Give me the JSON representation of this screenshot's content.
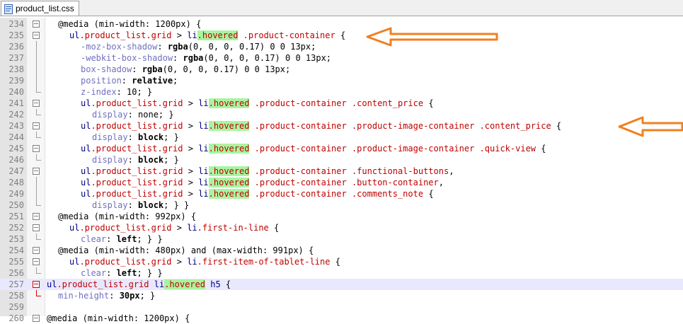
{
  "tab": {
    "label": "product_list.css",
    "icon": "css-file-icon"
  },
  "colors": {
    "class": "#c00000",
    "tag": "#000080",
    "property": "#7070c0",
    "hover_highlight": "#a9f4a0",
    "arrow": "#f08020"
  },
  "lines": [
    {
      "n": "234",
      "indent": 1,
      "fold": "box",
      "tokens": [
        [
          "at",
          "@media (min-width: 1200px) {"
        ]
      ]
    },
    {
      "n": "235",
      "indent": 2,
      "fold": "box",
      "tokens": [
        [
          "tag",
          "ul"
        ],
        [
          "cls",
          ".product_list.grid"
        ],
        [
          "plain",
          " > "
        ],
        [
          "tag",
          "li"
        ],
        [
          "hov",
          ".hovered"
        ],
        [
          "plain",
          " "
        ],
        [
          "cls",
          ".product-container"
        ],
        [
          "plain",
          " {"
        ]
      ]
    },
    {
      "n": "236",
      "indent": 3,
      "fold": "guide",
      "tokens": [
        [
          "prop",
          "-moz-box-shadow"
        ],
        [
          "plain",
          ": "
        ],
        [
          "val",
          "rgba"
        ],
        [
          "plain",
          "(0, 0, 0, 0.17) 0 0 13px;"
        ]
      ]
    },
    {
      "n": "237",
      "indent": 3,
      "fold": "guide",
      "tokens": [
        [
          "prop",
          "-webkit-box-shadow"
        ],
        [
          "plain",
          ": "
        ],
        [
          "val",
          "rgba"
        ],
        [
          "plain",
          "(0, 0, 0, 0.17) 0 0 13px;"
        ]
      ]
    },
    {
      "n": "238",
      "indent": 3,
      "fold": "guide",
      "tokens": [
        [
          "prop",
          "box-shadow"
        ],
        [
          "plain",
          ": "
        ],
        [
          "val",
          "rgba"
        ],
        [
          "plain",
          "(0, 0, 0, 0.17) 0 0 13px;"
        ]
      ]
    },
    {
      "n": "239",
      "indent": 3,
      "fold": "guide",
      "tokens": [
        [
          "prop",
          "position"
        ],
        [
          "plain",
          ": "
        ],
        [
          "val",
          "relative"
        ],
        [
          "plain",
          ";"
        ]
      ]
    },
    {
      "n": "240",
      "indent": 3,
      "fold": "end",
      "tokens": [
        [
          "prop",
          "z-index"
        ],
        [
          "plain",
          ": 10; }"
        ]
      ]
    },
    {
      "n": "241",
      "indent": 3,
      "fold": "box",
      "tokens": [
        [
          "tag",
          "ul"
        ],
        [
          "cls",
          ".product_list.grid"
        ],
        [
          "plain",
          " > "
        ],
        [
          "tag",
          "li"
        ],
        [
          "hov",
          ".hovered"
        ],
        [
          "plain",
          " "
        ],
        [
          "cls",
          ".product-container .content_price"
        ],
        [
          "plain",
          " {"
        ]
      ]
    },
    {
      "n": "242",
      "indent": 4,
      "fold": "end",
      "tokens": [
        [
          "prop",
          "display"
        ],
        [
          "plain",
          ": none; }"
        ]
      ]
    },
    {
      "n": "243",
      "indent": 3,
      "fold": "box",
      "tokens": [
        [
          "tag",
          "ul"
        ],
        [
          "cls",
          ".product_list.grid"
        ],
        [
          "plain",
          " > "
        ],
        [
          "tag",
          "li"
        ],
        [
          "hov",
          ".hovered"
        ],
        [
          "plain",
          " "
        ],
        [
          "cls",
          ".product-container .product-image-container .content_price"
        ],
        [
          "plain",
          " {"
        ]
      ]
    },
    {
      "n": "244",
      "indent": 4,
      "fold": "end",
      "tokens": [
        [
          "prop",
          "display"
        ],
        [
          "plain",
          ": "
        ],
        [
          "val",
          "block"
        ],
        [
          "plain",
          "; }"
        ]
      ]
    },
    {
      "n": "245",
      "indent": 3,
      "fold": "box",
      "tokens": [
        [
          "tag",
          "ul"
        ],
        [
          "cls",
          ".product_list.grid"
        ],
        [
          "plain",
          " > "
        ],
        [
          "tag",
          "li"
        ],
        [
          "hov",
          ".hovered"
        ],
        [
          "plain",
          " "
        ],
        [
          "cls",
          ".product-container .product-image-container .quick-view"
        ],
        [
          "plain",
          " {"
        ]
      ]
    },
    {
      "n": "246",
      "indent": 4,
      "fold": "end",
      "tokens": [
        [
          "prop",
          "display"
        ],
        [
          "plain",
          ": "
        ],
        [
          "val",
          "block"
        ],
        [
          "plain",
          "; }"
        ]
      ]
    },
    {
      "n": "247",
      "indent": 3,
      "fold": "box",
      "tokens": [
        [
          "tag",
          "ul"
        ],
        [
          "cls",
          ".product_list.grid"
        ],
        [
          "plain",
          " > "
        ],
        [
          "tag",
          "li"
        ],
        [
          "hov",
          ".hovered"
        ],
        [
          "plain",
          " "
        ],
        [
          "cls",
          ".product-container .functional-buttons"
        ],
        [
          "plain",
          ","
        ]
      ]
    },
    {
      "n": "248",
      "indent": 3,
      "fold": "guide",
      "tokens": [
        [
          "tag",
          "ul"
        ],
        [
          "cls",
          ".product_list.grid"
        ],
        [
          "plain",
          " > "
        ],
        [
          "tag",
          "li"
        ],
        [
          "hov",
          ".hovered"
        ],
        [
          "plain",
          " "
        ],
        [
          "cls",
          ".product-container .button-container"
        ],
        [
          "plain",
          ","
        ]
      ]
    },
    {
      "n": "249",
      "indent": 3,
      "fold": "guide",
      "tokens": [
        [
          "tag",
          "ul"
        ],
        [
          "cls",
          ".product_list.grid"
        ],
        [
          "plain",
          " > "
        ],
        [
          "tag",
          "li"
        ],
        [
          "hov",
          ".hovered"
        ],
        [
          "plain",
          " "
        ],
        [
          "cls",
          ".product-container .comments_note"
        ],
        [
          "plain",
          " {"
        ]
      ]
    },
    {
      "n": "250",
      "indent": 4,
      "fold": "end",
      "tokens": [
        [
          "prop",
          "display"
        ],
        [
          "plain",
          ": "
        ],
        [
          "val",
          "block"
        ],
        [
          "plain",
          "; } }"
        ]
      ]
    },
    {
      "n": "251",
      "indent": 1,
      "fold": "box",
      "tokens": [
        [
          "at",
          "@media (min-width: 992px) {"
        ]
      ]
    },
    {
      "n": "252",
      "indent": 2,
      "fold": "box",
      "tokens": [
        [
          "tag",
          "ul"
        ],
        [
          "cls",
          ".product_list.grid"
        ],
        [
          "plain",
          " > "
        ],
        [
          "tag",
          "li"
        ],
        [
          "cls",
          ".first-in-line"
        ],
        [
          "plain",
          " {"
        ]
      ]
    },
    {
      "n": "253",
      "indent": 3,
      "fold": "end",
      "tokens": [
        [
          "prop",
          "clear"
        ],
        [
          "plain",
          ": "
        ],
        [
          "val",
          "left"
        ],
        [
          "plain",
          "; } }"
        ]
      ]
    },
    {
      "n": "254",
      "indent": 1,
      "fold": "box",
      "tokens": [
        [
          "at",
          "@media (min-width: 480px) and (max-width: 991px) {"
        ]
      ]
    },
    {
      "n": "255",
      "indent": 2,
      "fold": "box",
      "tokens": [
        [
          "tag",
          "ul"
        ],
        [
          "cls",
          ".product_list.grid"
        ],
        [
          "plain",
          " > "
        ],
        [
          "tag",
          "li"
        ],
        [
          "cls",
          ".first-item-of-tablet-line"
        ],
        [
          "plain",
          " {"
        ]
      ]
    },
    {
      "n": "256",
      "indent": 3,
      "fold": "end",
      "tokens": [
        [
          "prop",
          "clear"
        ],
        [
          "plain",
          ": "
        ],
        [
          "val",
          "left"
        ],
        [
          "plain",
          "; } }"
        ]
      ]
    },
    {
      "n": "257",
      "indent": 0,
      "fold": "boxred",
      "highlight": true,
      "tokens": [
        [
          "tag",
          "ul"
        ],
        [
          "cls",
          ".product_list.grid"
        ],
        [
          "plain",
          " "
        ],
        [
          "tag",
          "li"
        ],
        [
          "hov",
          ".hovered"
        ],
        [
          "plain",
          " "
        ],
        [
          "tag",
          "h5"
        ],
        [
          "plain",
          " {"
        ]
      ]
    },
    {
      "n": "258",
      "indent": 1,
      "fold": "endred",
      "tokens": [
        [
          "prop",
          "min-height"
        ],
        [
          "plain",
          ": "
        ],
        [
          "val",
          "30px"
        ],
        [
          "plain",
          "; }"
        ]
      ]
    },
    {
      "n": "259",
      "indent": 0,
      "fold": "none",
      "tokens": []
    },
    {
      "n": "260",
      "indent": 0,
      "fold": "box",
      "tokens": [
        [
          "at",
          "@media (min-width: 1200px) {"
        ]
      ]
    }
  ]
}
